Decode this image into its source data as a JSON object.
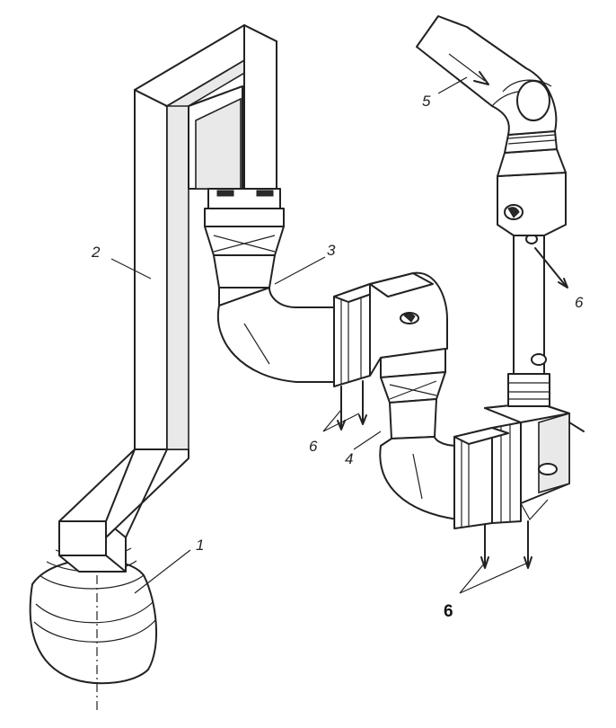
{
  "labels": {
    "l1": "1",
    "l2": "2",
    "l3": "3",
    "l4": "4",
    "l5": "5",
    "l6a": "6",
    "l6b": "6",
    "l6c": "6"
  }
}
